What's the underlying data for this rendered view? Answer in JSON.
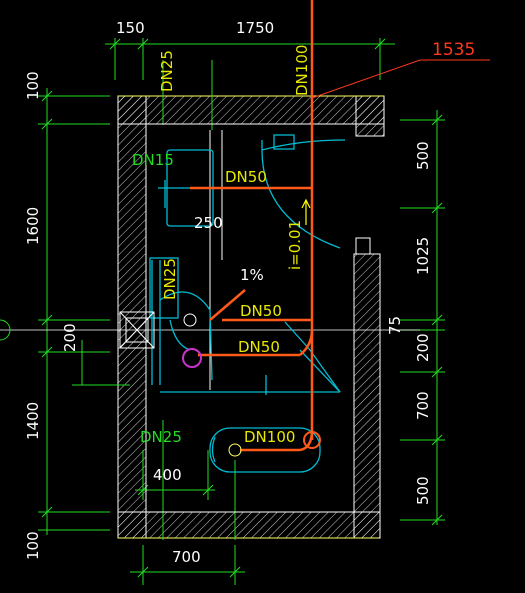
{
  "dimensions": {
    "top_left": "150",
    "top_mid": "1750",
    "left_top": "100",
    "left_upper": "1600",
    "left_mid": "200",
    "left_lower": "1400",
    "left_bottom": "100",
    "right_1": "500",
    "right_2": "1025",
    "right_3": "75",
    "right_4": "200",
    "right_5": "700",
    "right_6": "500",
    "bottom_inner": "400",
    "bottom": "700",
    "inner_250": "250"
  },
  "labels": {
    "callout": "1535",
    "dn25_top": "DN25",
    "dn100_top": "DN100",
    "dn15": "DN15",
    "dn50_1": "DN50",
    "dn50_2": "DN50",
    "dn50_3": "DN50",
    "dn25_mid": "DN25",
    "dn25_low": "DN25",
    "dn100_low": "DN100",
    "slope": "i=0.01",
    "percent": "1%"
  },
  "colors": {
    "background": "#000000",
    "wall": "#ffffff",
    "dimension": "#22dd22",
    "drain_pipe": "#ff5a1a",
    "supply_pipe": "#00bcd4",
    "pipe_label": "#e8e800"
  }
}
